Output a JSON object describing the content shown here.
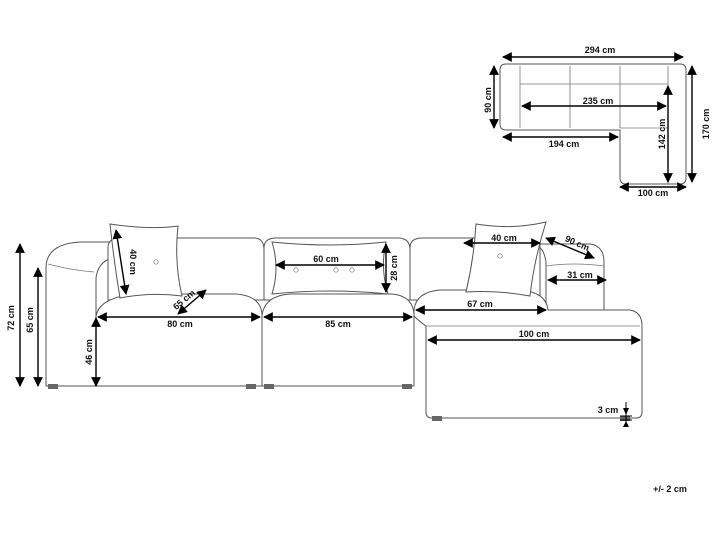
{
  "diagram": {
    "top_view": {
      "total_width": "294 cm",
      "depth": "90 cm",
      "inner_width": "235 cm",
      "chaise_inner_depth": "142 cm",
      "total_depth": "170 cm",
      "seat_width": "194 cm",
      "chaise_width": "100 cm"
    },
    "front_view": {
      "armrest_height": "72 cm",
      "backrest_height": "65 cm",
      "seat_height": "46 cm",
      "module_1_width": "80 cm",
      "module_2_width": "85 cm",
      "chaise_seat_width": "67 cm",
      "chaise_width": "100 cm",
      "seat_depth_diag": "65 cm",
      "cushion_large_height": "40 cm",
      "cushion_rect_width": "60 cm",
      "cushion_rect_height": "28 cm",
      "cushion_small_width": "40 cm",
      "chaise_arm_depth": "90 cm",
      "arm_width": "31 cm",
      "leg_height": "3 cm"
    },
    "tolerance": "+/- 2 cm"
  }
}
